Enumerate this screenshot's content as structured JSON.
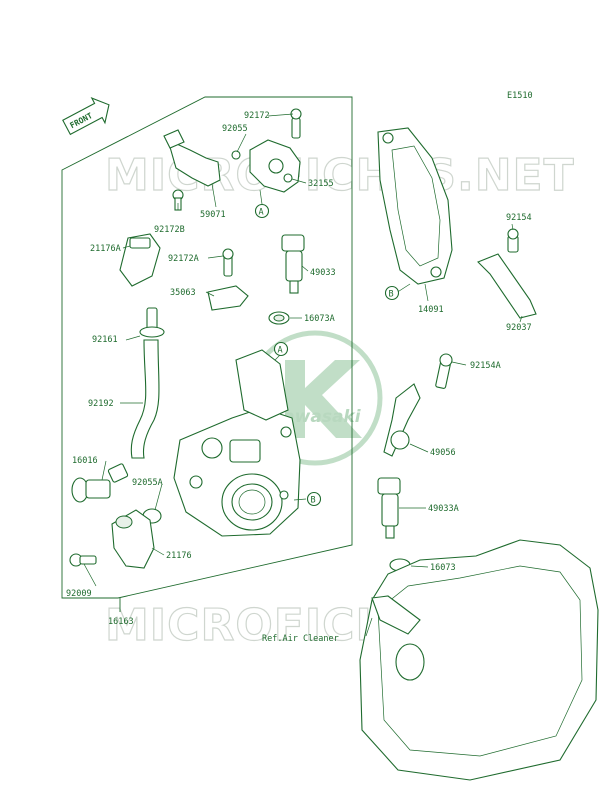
{
  "diagram": {
    "code": "E1510",
    "front_label": "FRONT",
    "watermark": "MICROFICHES.NET",
    "brand_logo": "Kawasaki",
    "ref_note": "Ref.Air Cleaner",
    "callouts": [
      "A",
      "B"
    ],
    "color": "#1f6b2e",
    "parts": [
      "92172",
      "92055",
      "32155",
      "59071",
      "92172B",
      "92154",
      "21176A",
      "92172A",
      "49033",
      "35063",
      "16073A",
      "14091",
      "92037",
      "92161",
      "92154A",
      "92192",
      "49056",
      "16016",
      "92055A",
      "49033A",
      "21176",
      "16073",
      "92009",
      "16163"
    ]
  }
}
